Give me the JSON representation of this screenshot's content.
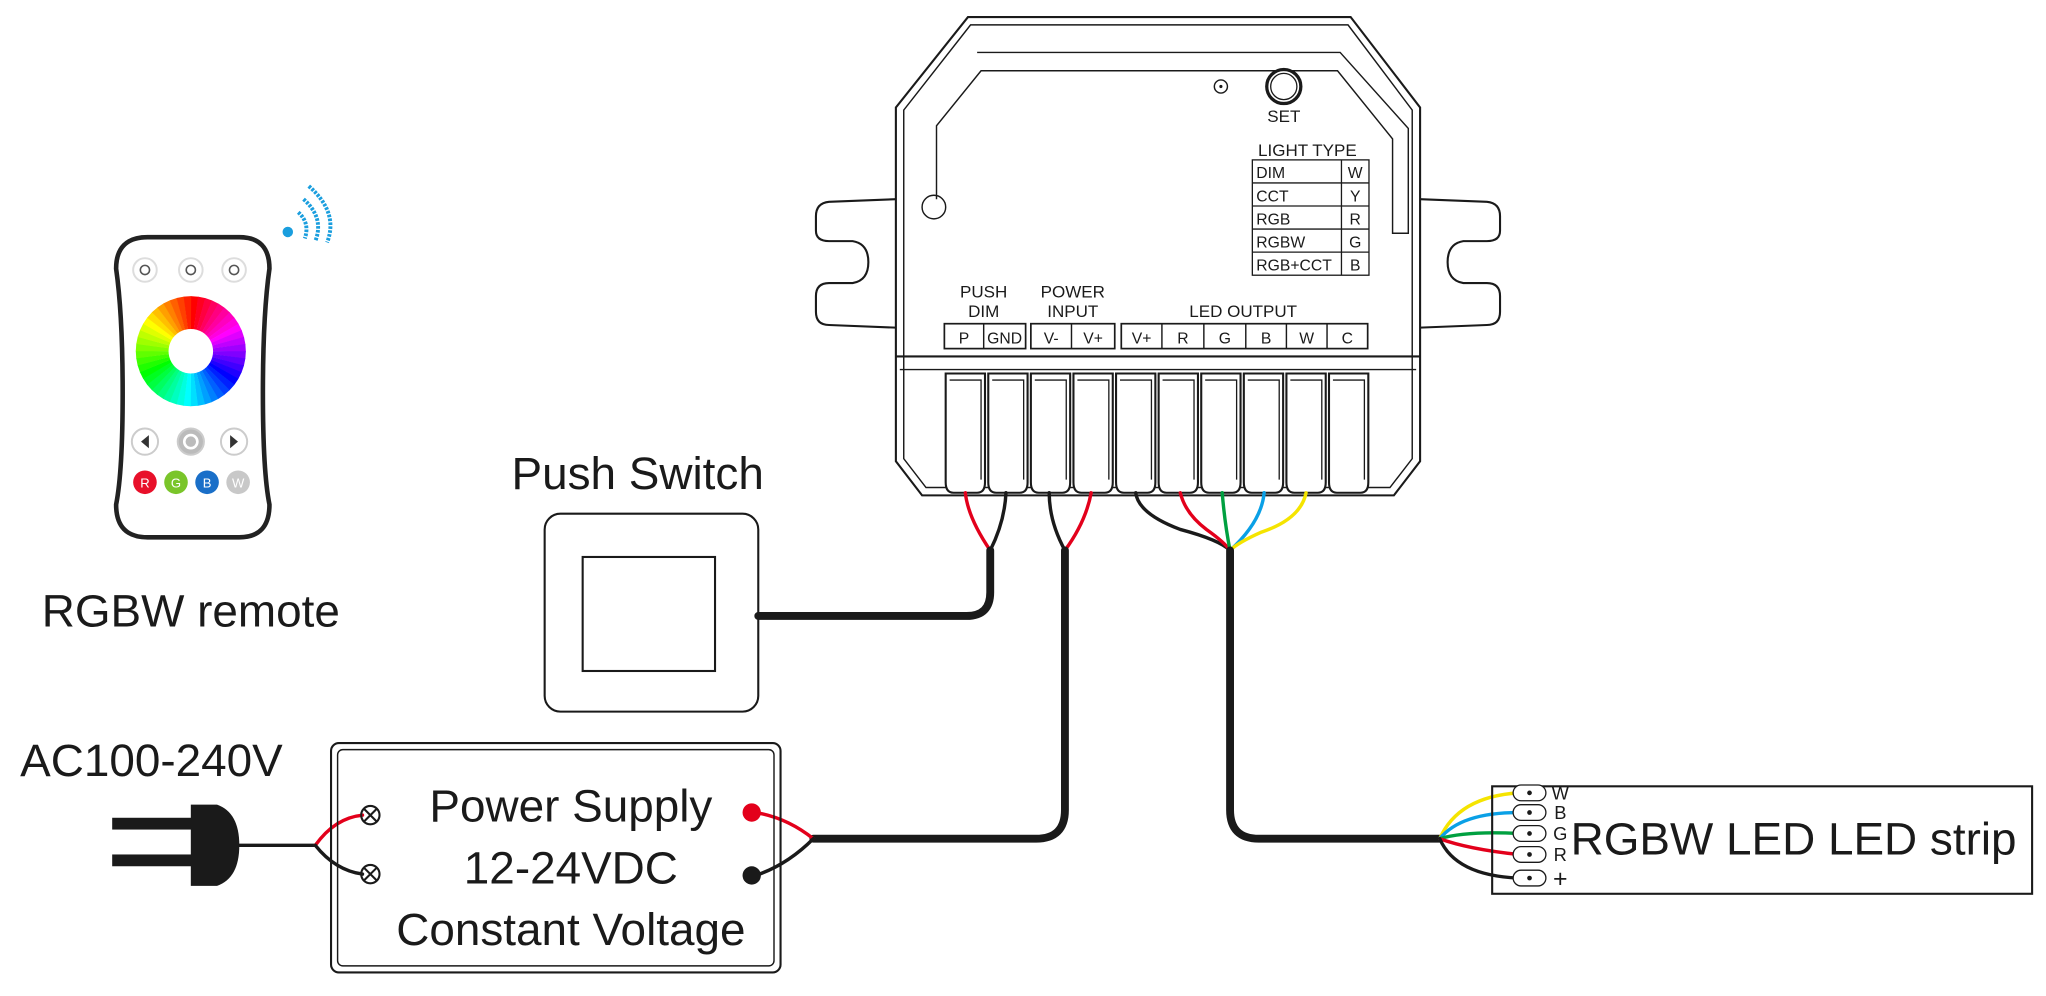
{
  "colors": {
    "red": "#e3001b",
    "black": "#1a1a1a",
    "green": "#00a040",
    "blue": "#0aa0e6",
    "yellow": "#f5e400",
    "wifi": "#1a9ede",
    "remote_grey": "#c8c8c8"
  },
  "remote": {
    "caption": "RGBW remote",
    "top_icons": [
      "scene-icon",
      "play-mode-icon",
      "save-icon"
    ],
    "arrow_icons": [
      "left-arrow-icon",
      "power-icon",
      "right-arrow-icon"
    ],
    "color_buttons": [
      {
        "label": "R",
        "color": "#e8102a"
      },
      {
        "label": "G",
        "color": "#7ac52a"
      },
      {
        "label": "B",
        "color": "#1a6fc8"
      },
      {
        "label": "W",
        "color": "#c8c8c8"
      }
    ]
  },
  "controller": {
    "set_label": "SET",
    "light_type": {
      "title": "LIGHT TYPE",
      "rows": [
        {
          "type": "DIM",
          "code": "W"
        },
        {
          "type": "CCT",
          "code": "Y"
        },
        {
          "type": "RGB",
          "code": "R"
        },
        {
          "type": "RGBW",
          "code": "G"
        },
        {
          "type": "RGB+CCT",
          "code": "B"
        }
      ]
    },
    "groups": {
      "push_dim": [
        "PUSH",
        "DIM"
      ],
      "power_input": [
        "POWER",
        "INPUT"
      ],
      "led_output": "LED OUTPUT"
    },
    "terminals": [
      "P",
      "GND",
      "V-",
      "V+",
      "V+",
      "R",
      "G",
      "B",
      "W",
      "C"
    ]
  },
  "push_switch": {
    "label": "Push Switch"
  },
  "mains": {
    "label": "AC100-240V"
  },
  "power_supply": {
    "lines": [
      "Power Supply",
      "12-24VDC",
      "Constant Voltage"
    ]
  },
  "led_strip": {
    "label": "RGBW LED LED strip",
    "pins": [
      "W",
      "B",
      "G",
      "R",
      "+"
    ]
  }
}
